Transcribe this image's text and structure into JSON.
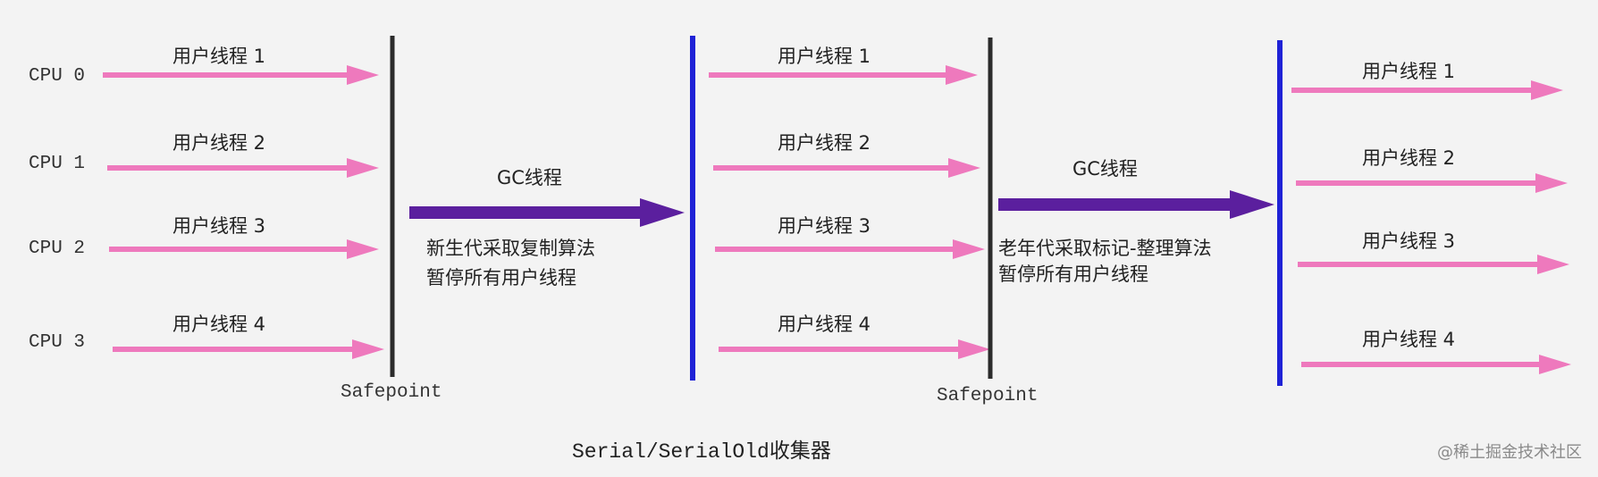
{
  "colors": {
    "thread_arrow": "#ee79bd",
    "gc_arrow": "#5b1f9e",
    "safepoint_line": "#2b2b2b",
    "resume_line": "#1f22d6",
    "background": "#f3f3f3"
  },
  "cpus": [
    {
      "label": "CPU 0",
      "thread": "用户线程 1"
    },
    {
      "label": "CPU 1",
      "thread": "用户线程 2"
    },
    {
      "label": "CPU 2",
      "thread": "用户线程 3"
    },
    {
      "label": "CPU 3",
      "thread": "用户线程 4"
    }
  ],
  "phases": [
    {
      "threads": [
        "用户线程 1",
        "用户线程 2",
        "用户线程 3",
        "用户线程 4"
      ]
    },
    {
      "threads": [
        "用户线程 1",
        "用户线程 2",
        "用户线程 3",
        "用户线程 4"
      ]
    },
    {
      "threads": [
        "用户线程 1",
        "用户线程 2",
        "用户线程 3",
        "用户线程 4"
      ]
    }
  ],
  "gc": [
    {
      "title": "GC线程",
      "note_line1": "新生代采取复制算法",
      "note_line2": "暂停所有用户线程"
    },
    {
      "title": "GC线程",
      "note_line1": "老年代采取标记-整理算法",
      "note_line2": "暂停所有用户线程"
    }
  ],
  "safepoints": [
    "Safepoint",
    "Safepoint"
  ],
  "caption": "Serial/SerialOld收集器",
  "watermark": "@稀土掘金技术社区"
}
